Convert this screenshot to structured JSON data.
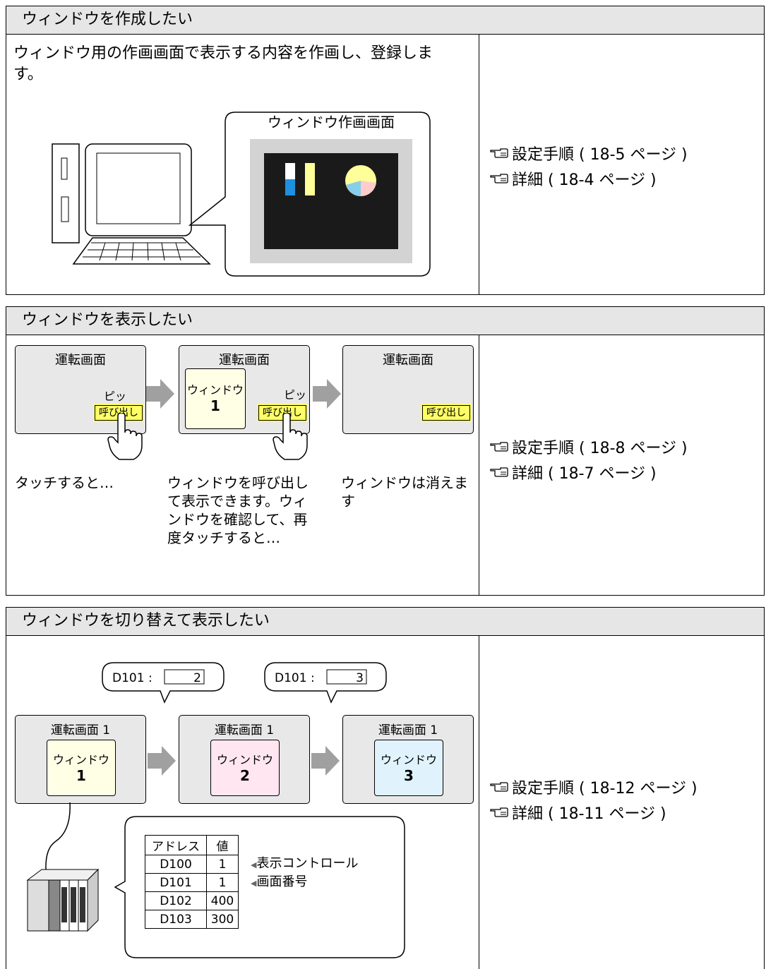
{
  "section1": {
    "title": "ウィンドウを作成したい",
    "description_line1": "ウィンドウ用の作画画面で表示する内容を作画し、登録しま",
    "description_line2": "す。",
    "callout_title": "ウィンドウ作画画面",
    "links": [
      "設定手順 ( 18-5 ページ )",
      "詳細 ( 18-4 ページ )"
    ]
  },
  "section2": {
    "title": "ウィンドウを表示したい",
    "screen_label": "運転画面",
    "call_button": "呼び出し",
    "beep": "ピッ",
    "beep2": "ピッ",
    "window_label": "ウィンドウ",
    "window_number": "1",
    "caption1": "タッチすると…",
    "caption2_lines": [
      "ウィンドウを呼び出し",
      "て表示できます。ウィ",
      "ンドウを確認して、再",
      "度タッチすると…"
    ],
    "caption3_lines": [
      "ウィンドウは消えま",
      "す"
    ],
    "links": [
      "設定手順 ( 18-8 ページ )",
      "詳細 ( 18-7 ページ )"
    ]
  },
  "section3": {
    "title": "ウィンドウを切り替えて表示したい",
    "bubble1": {
      "label": "D101 :",
      "value": "2"
    },
    "bubble2": {
      "label": "D101 :",
      "value": "3"
    },
    "screen_label": "運転画面 1",
    "window_label": "ウィンドウ",
    "window_numbers": [
      "1",
      "2",
      "3"
    ],
    "table_headers": [
      "アドレス",
      "値"
    ],
    "table_rows": [
      {
        "address": "D100",
        "value": "1",
        "note": "表示コントロール"
      },
      {
        "address": "D101",
        "value": "1",
        "note": "画面番号"
      },
      {
        "address": "D102",
        "value": "400",
        "note": ""
      },
      {
        "address": "D103",
        "value": "300",
        "note": ""
      }
    ],
    "links": [
      "設定手順 ( 18-12 ページ )",
      "詳細 ( 18-11 ページ )"
    ]
  },
  "colors": {
    "header_bg": "#e6e6e6",
    "screen_bg": "#e8e8e8",
    "button_yellow": "#ffff66",
    "window_yellow": "#ffffe6",
    "window_pink": "#ffe6f0",
    "window_blue": "#e0f2fb",
    "arrow_gray": "#a0a0a0",
    "bar_blue": "#1e90e0",
    "bar_yellow": "#ffff99"
  }
}
